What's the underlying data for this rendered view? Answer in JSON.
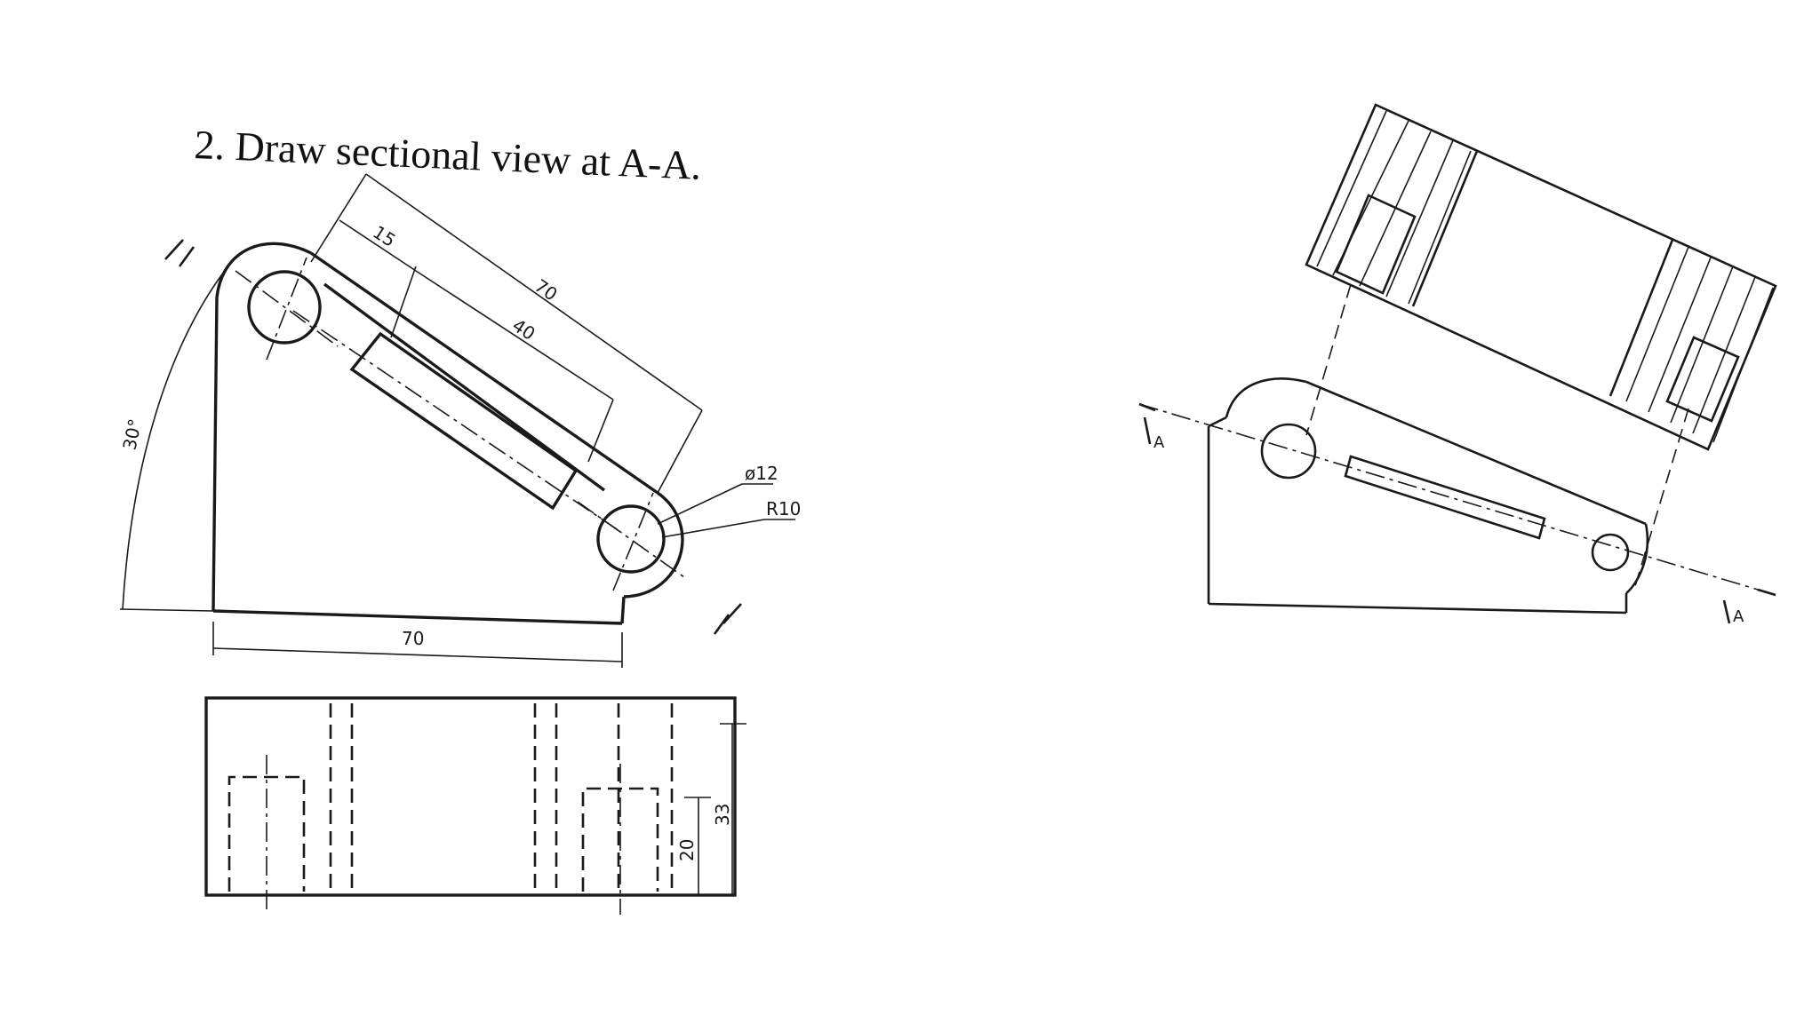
{
  "title": "2.   Draw sectional view at A-A.",
  "dimensions": {
    "d15": "15",
    "d70_slanted": "70",
    "d40": "40",
    "d30": "30°",
    "d70_bottom": "70",
    "dia12": "ø12",
    "r10": "R10",
    "d20": "20",
    "d33": "33"
  },
  "section_marks": {
    "left_top": "A",
    "left_bottom": "A"
  },
  "colors": {
    "ink": "#1a1a1a",
    "paper": "#ffffff"
  }
}
